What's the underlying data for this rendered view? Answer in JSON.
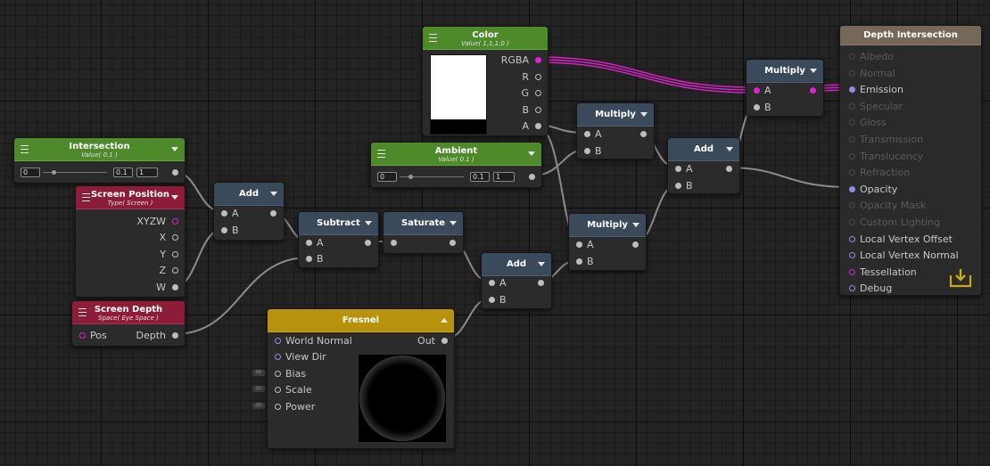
{
  "nodes": {
    "color": {
      "title": "Color",
      "subtitle": "Value( 1,1,1,0 )",
      "ports": [
        "RGBA",
        "R",
        "G",
        "B",
        "A"
      ]
    },
    "intersection": {
      "title": "Intersection",
      "subtitle": "Value( 0.1 )",
      "field_value": "0",
      "field_max_1": "0.1",
      "field_max_2": "1"
    },
    "ambient": {
      "title": "Ambient",
      "subtitle": "Value( 0.1 )",
      "field_value": "0",
      "field_max_1": "0.1",
      "field_max_2": "1"
    },
    "screen_position": {
      "title": "Screen Position",
      "subtitle": "Type( Screen )",
      "ports": [
        "XYZW",
        "X",
        "Y",
        "Z",
        "W"
      ]
    },
    "screen_depth": {
      "title": "Screen Depth",
      "subtitle": "Space( Eye Space )",
      "in_port": "Pos",
      "out_port": "Depth"
    },
    "add1": {
      "title": "Add",
      "inputs": [
        "A",
        "B"
      ]
    },
    "subtract": {
      "title": "Subtract",
      "inputs": [
        "A",
        "B"
      ]
    },
    "saturate": {
      "title": "Saturate"
    },
    "add2": {
      "title": "Add",
      "inputs": [
        "A",
        "B"
      ]
    },
    "multiply1": {
      "title": "Multiply",
      "inputs": [
        "A",
        "B"
      ]
    },
    "multiply2": {
      "title": "Multiply",
      "inputs": [
        "A",
        "B"
      ]
    },
    "add3": {
      "title": "Add",
      "inputs": [
        "A",
        "B"
      ]
    },
    "multiply3": {
      "title": "Multiply",
      "inputs": [
        "A",
        "B"
      ]
    },
    "fresnel": {
      "title": "Fresnel",
      "inputs": [
        "World Normal",
        "View Dir",
        "Bias",
        "Scale",
        "Power"
      ],
      "output": "Out",
      "tags": [
        "(0)",
        "(1)",
        "(5)"
      ]
    },
    "output": {
      "title": "Depth Intersection",
      "inputs": [
        {
          "label": "Albedo",
          "state": "dim"
        },
        {
          "label": "Normal",
          "state": "dim"
        },
        {
          "label": "Emission",
          "state": "connected"
        },
        {
          "label": "Specular",
          "state": "dim"
        },
        {
          "label": "Gloss",
          "state": "dim"
        },
        {
          "label": "Transmission",
          "state": "dim"
        },
        {
          "label": "Translucency",
          "state": "dim"
        },
        {
          "label": "Refraction",
          "state": "dim"
        },
        {
          "label": "Opacity",
          "state": "connected"
        },
        {
          "label": "Opacity Mask",
          "state": "dim"
        },
        {
          "label": "Custom Lighting",
          "state": "dim"
        },
        {
          "label": "Local Vertex Offset",
          "state": "available"
        },
        {
          "label": "Local Vertex Normal",
          "state": "available"
        },
        {
          "label": "Tessellation",
          "state": "available-magenta"
        },
        {
          "label": "Debug",
          "state": "available"
        }
      ]
    }
  },
  "colors": {
    "green_header": "#4e8a2a",
    "crimson_header": "#8c1c37",
    "slate_header": "#3b4a5a",
    "gold_header": "#b8920c",
    "output_header": "#756859",
    "wire": "#8c8c8c",
    "wire_color": "#e021d0",
    "port_blue": "#8f8fe8"
  },
  "icons": [
    "menu-icon",
    "chevron-down-icon",
    "chevron-up-icon",
    "download-icon"
  ]
}
